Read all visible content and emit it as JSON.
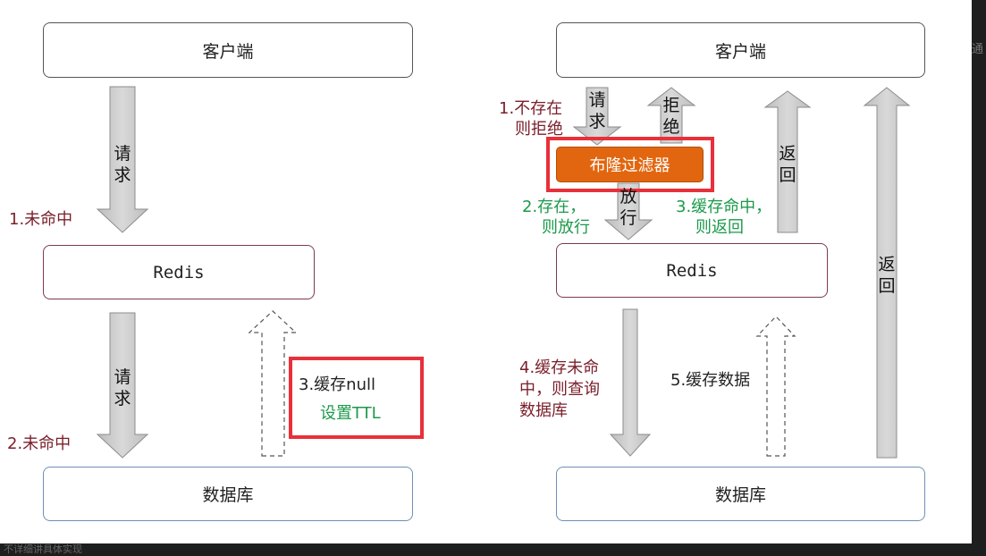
{
  "left": {
    "client": "客户端",
    "redis": "Redis",
    "db": "数据库",
    "request1": "请求",
    "request2": "请求",
    "miss1": "1.未命中",
    "miss2": "2.未命中",
    "cache_null_line1": "3.缓存null",
    "cache_null_line2": "设置TTL"
  },
  "right": {
    "client": "客户端",
    "redis": "Redis",
    "db": "数据库",
    "bloom_filter": "布隆过滤器",
    "request": "请求",
    "reject": "拒绝",
    "pass": "放行",
    "return1": "返回",
    "return2": "返回",
    "not_exist_line1": "1.不存在",
    "not_exist_line2": "则拒绝",
    "exist_line1": "2.存在，",
    "exist_line2": "则放行",
    "cache_hit_line1": "3.缓存命中，",
    "cache_hit_line2": "则返回",
    "cache_miss_line1": "4.缓存未命",
    "cache_miss_line2": "中，则查询",
    "cache_miss_line3": "数据库",
    "cache_data": "5.缓存数据"
  },
  "colors": {
    "dark_red": "#7a1f2b",
    "green": "#1c9a4b",
    "highlight_red": "#e8303a",
    "bloom_orange": "#e2660f"
  },
  "footer_text": "不详细讲具体实现",
  "edge_text": "通"
}
